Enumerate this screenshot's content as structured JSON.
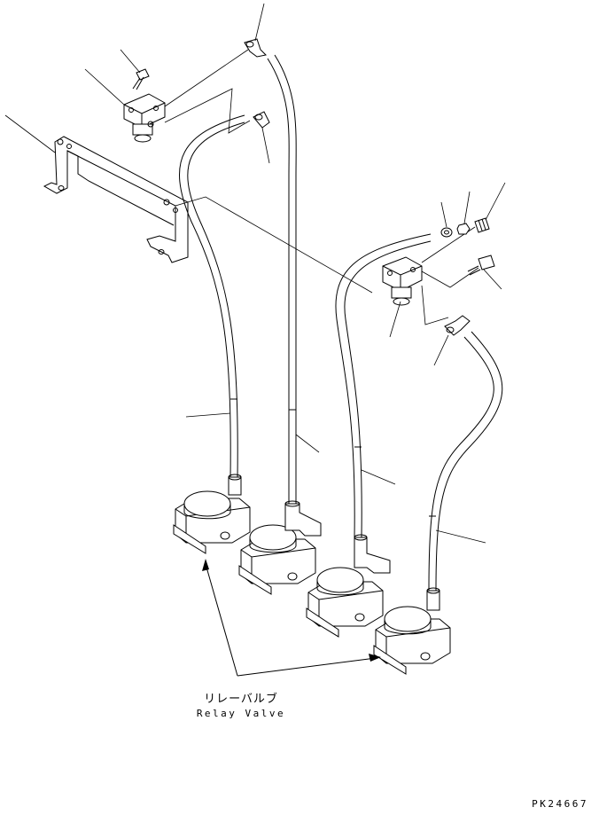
{
  "diagram": {
    "label_jp": "リレーバルブ",
    "label_en": "Relay Valve",
    "part_code": "PK24667",
    "icons": [
      "relay-valve",
      "bracket",
      "hose",
      "solenoid-valve",
      "elbow-fitting",
      "bolt"
    ]
  }
}
